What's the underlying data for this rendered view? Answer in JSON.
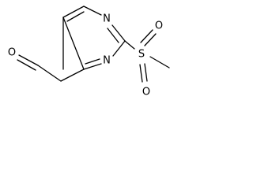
{
  "atoms": {
    "ring_n_upper": "N",
    "ring_n_lower": "N",
    "aldehyde_o": "O",
    "sulfur": "S",
    "sulfonyl_o_upper": "O",
    "sulfonyl_o_lower": "O"
  },
  "colors": {
    "ink": "#000000",
    "background": "#ffffff"
  }
}
